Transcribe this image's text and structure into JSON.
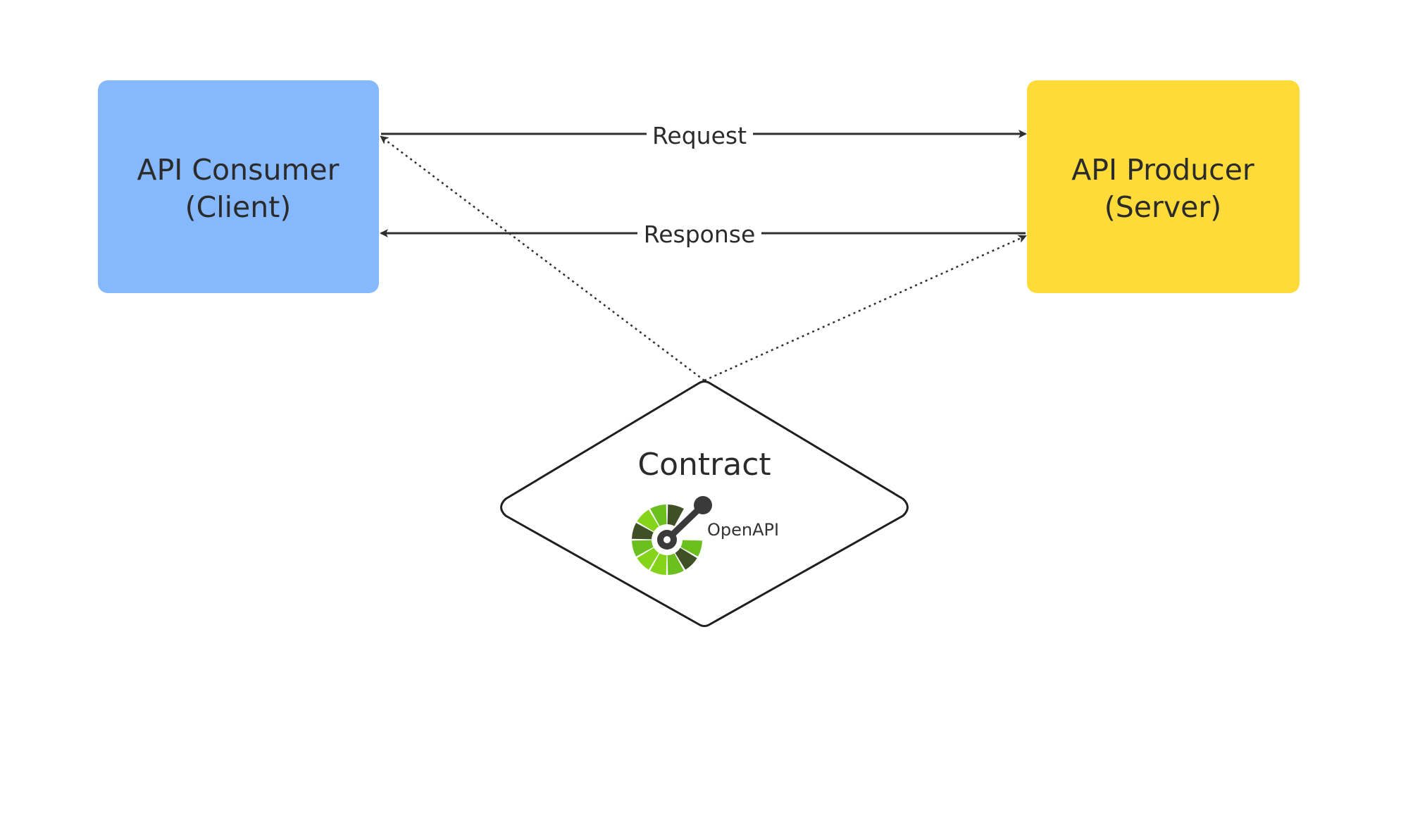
{
  "nodes": {
    "consumer": {
      "line1": "API Consumer",
      "line2": "(Client)",
      "color": "#85B8FD"
    },
    "producer": {
      "line1": "API Producer",
      "line2": "(Server)",
      "color": "#FEDB39"
    },
    "contract": {
      "label": "Contract",
      "logo_text": "OpenAPI",
      "logo_icon": "openapi-logo-icon"
    }
  },
  "edges": {
    "request": {
      "label": "Request"
    },
    "response": {
      "label": "Response"
    }
  },
  "colors": {
    "line": "#2f2f2f",
    "logo_dark": "#3f4f26",
    "logo_green": "#6bbf1e",
    "logo_lime": "#86d41a",
    "logo_hub": "#3a3a3a"
  }
}
